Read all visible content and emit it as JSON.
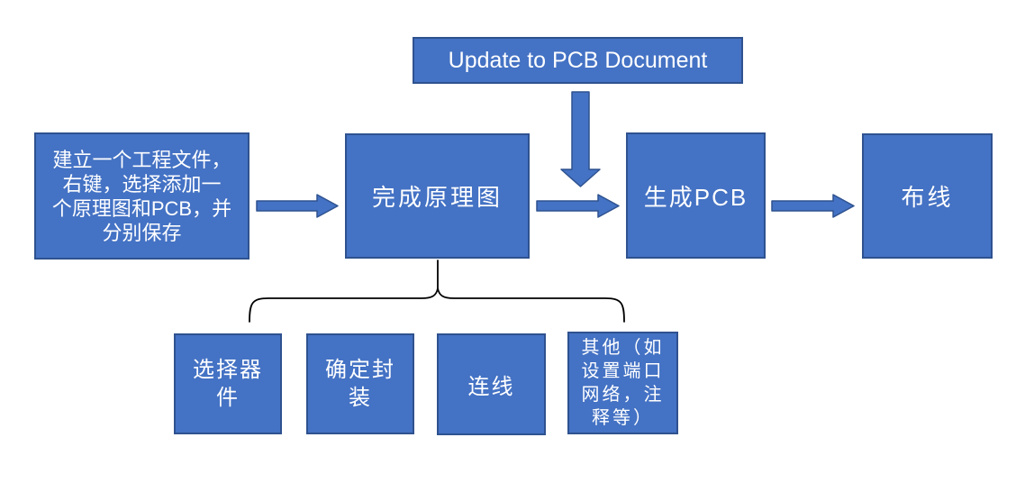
{
  "colors": {
    "shape-fill": "#4472C4",
    "shape-border": "#2F528F",
    "shape-text": "#FFFFFF",
    "connector-line": "#000000",
    "background": "#FFFFFF"
  },
  "diagram": {
    "nodes": {
      "update_to_pcb": {
        "label": "Update to PCB Document"
      },
      "create_project": {
        "label": "建立一个工程文件，\n右键，选择添加一\n个原理图和PCB，并\n分别保存"
      },
      "complete_schematic": {
        "label": "完成原理图"
      },
      "generate_pcb": {
        "label": "生成PCB"
      },
      "routing": {
        "label": "布线"
      },
      "select_components": {
        "label": "选择器\n件"
      },
      "confirm_footprint": {
        "label": "确定封\n装"
      },
      "wiring": {
        "label": "连线"
      },
      "others": {
        "label": "其他（如\n设置端口\n网络，注\n释等）"
      }
    }
  }
}
